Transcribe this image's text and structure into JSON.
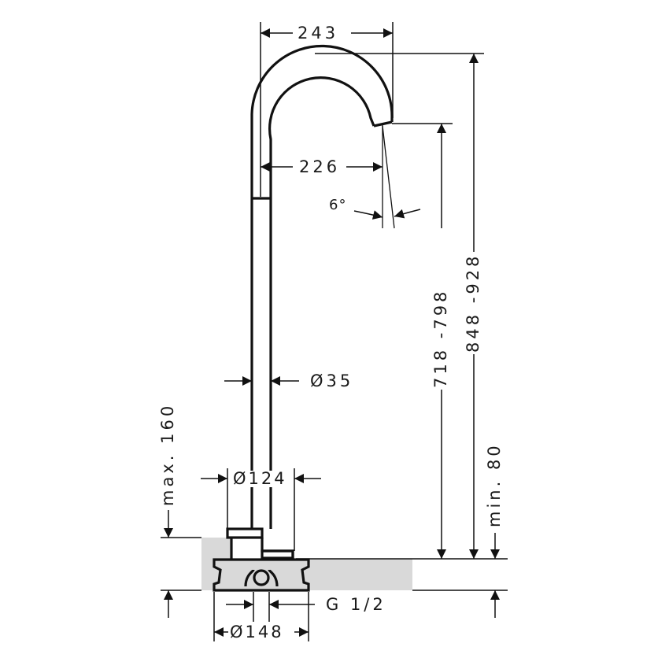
{
  "diagram": {
    "title": "Floor-standing basin mixer dimension drawing",
    "colors": {
      "line": "#111111",
      "floor_fill": "#d9d9d9",
      "background": "#ffffff"
    },
    "dimensions": {
      "spout_reach_outer": "243",
      "spout_reach_inner": "226",
      "spout_angle": "6°",
      "pipe_diameter": "Ø35",
      "base_cover_diameter": "Ø124",
      "mount_diameter": "Ø148",
      "connection_thread": "G 1/2",
      "spout_outlet_height": "718 -798",
      "total_height": "848 -928",
      "max_installation_depth": "max. 160",
      "min_floor_build_up": "min. 80"
    }
  }
}
